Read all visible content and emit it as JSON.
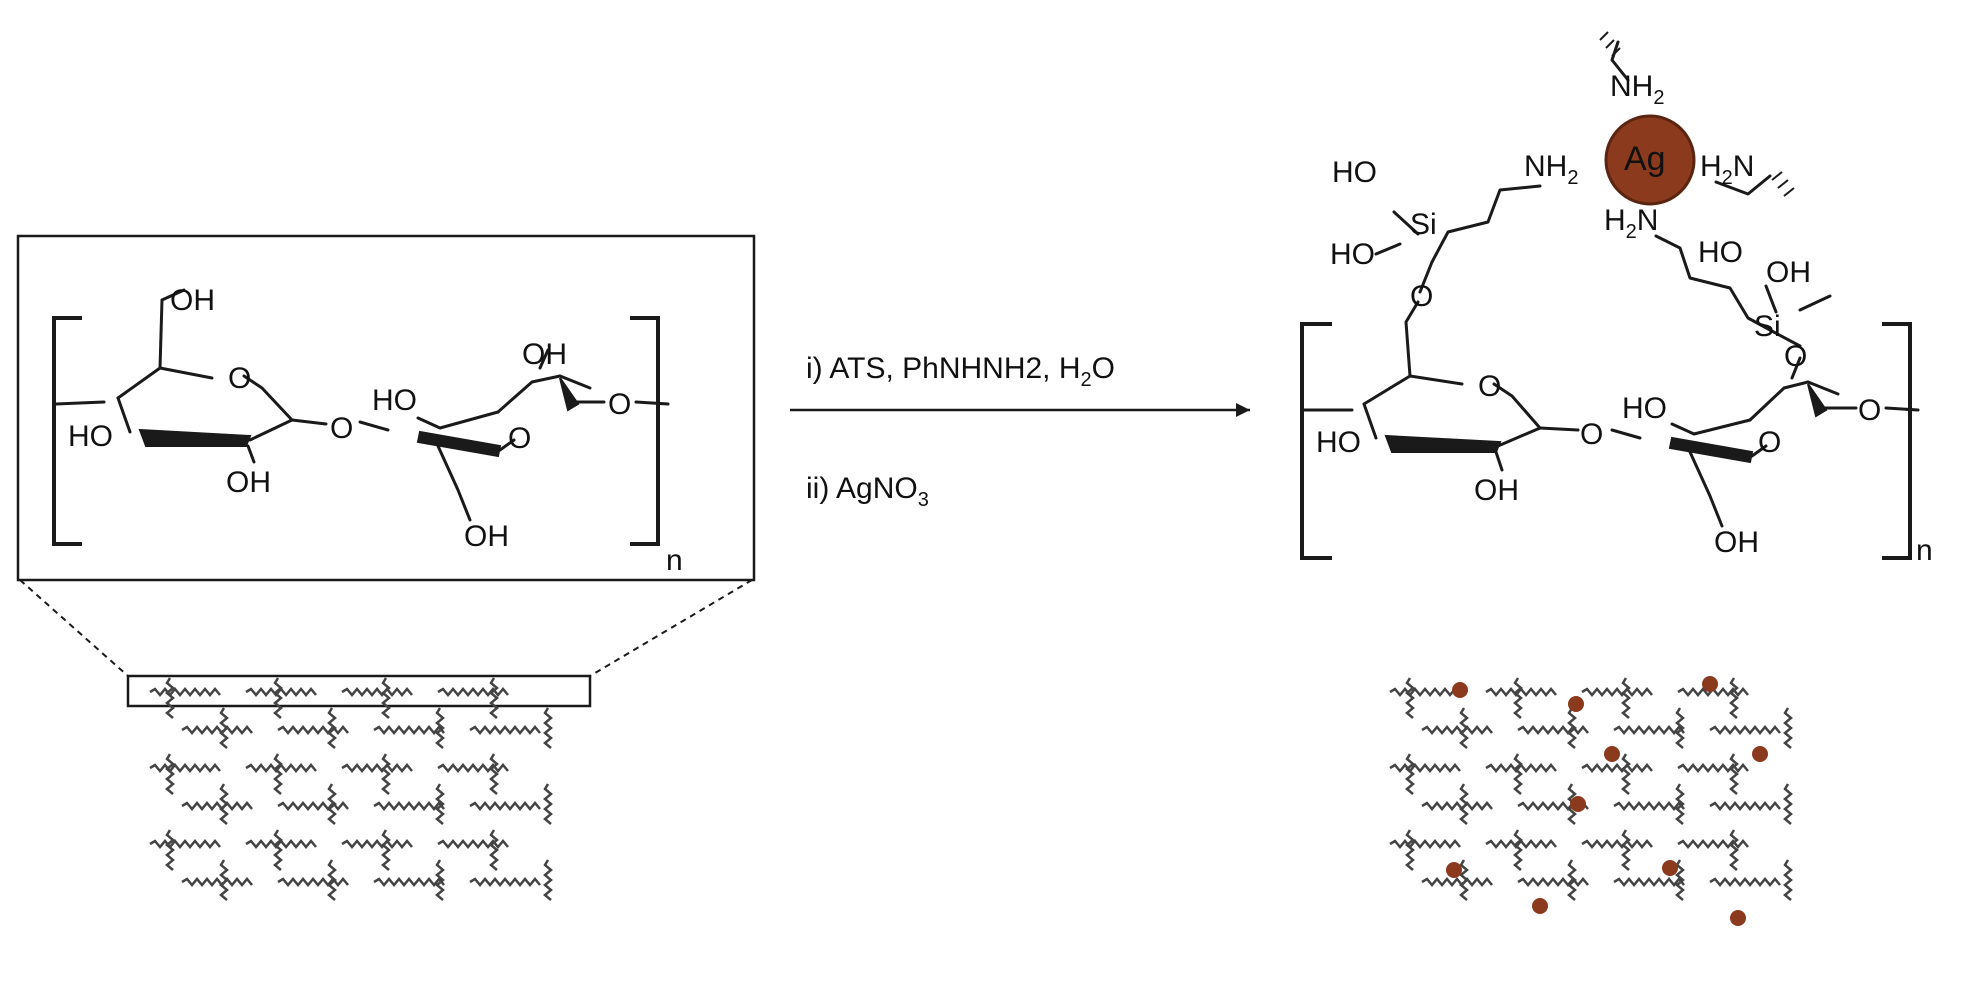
{
  "colors": {
    "silver": "#8b3a1e",
    "ink": "#1a1a1a",
    "fiber": "#444444"
  },
  "left": {
    "labels": {
      "oh": "OH",
      "ho": "HO",
      "o": "O",
      "n": "n"
    }
  },
  "reaction": {
    "step1": "i) ATS, PhNHNH2, H",
    "step1_sub": "2",
    "step1_tail": "O",
    "step2": "ii) AgNO",
    "step2_sub": "3"
  },
  "right": {
    "labels": {
      "ag": "Ag",
      "nh": "NH",
      "two": "2",
      "h": "H",
      "n": "N",
      "ho": "HO",
      "oh": "OH",
      "si": "Si",
      "o": "O",
      "idx": "n"
    }
  }
}
